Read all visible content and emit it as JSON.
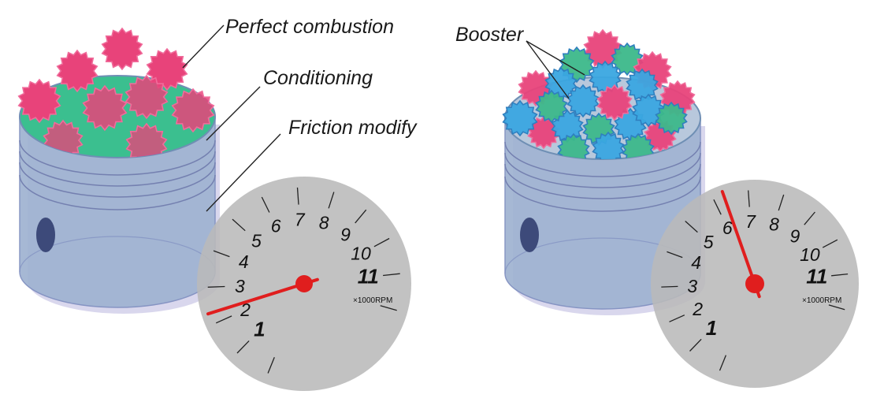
{
  "labels": {
    "perfect_combustion": "Perfect combustion",
    "conditioning": "Conditioning",
    "friction_modify": "Friction modify",
    "booster": "Booster"
  },
  "gauge_left": {
    "tick_labels": [
      "1",
      "2",
      "3",
      "4",
      "5",
      "6",
      "7",
      "8",
      "9",
      "10",
      "11"
    ],
    "unit": "×1000RPM",
    "needle_rpm": 2.3
  },
  "gauge_right": {
    "tick_labels": [
      "1",
      "2",
      "3",
      "4",
      "5",
      "6",
      "7",
      "8",
      "9",
      "10",
      "11"
    ],
    "unit": "×1000RPM",
    "needle_rpm": 6.3
  },
  "colors": {
    "piston_body": "#9fb3d1",
    "piston_edge": "#7f8fc0",
    "conditioning_layer": "#3bbf8f",
    "combustion_particle": "#e8437a",
    "booster_blue": "#3aa6e0",
    "booster_green": "#3cb88a",
    "gauge_face": "#b9b9b9",
    "needle": "#e01e1e"
  }
}
